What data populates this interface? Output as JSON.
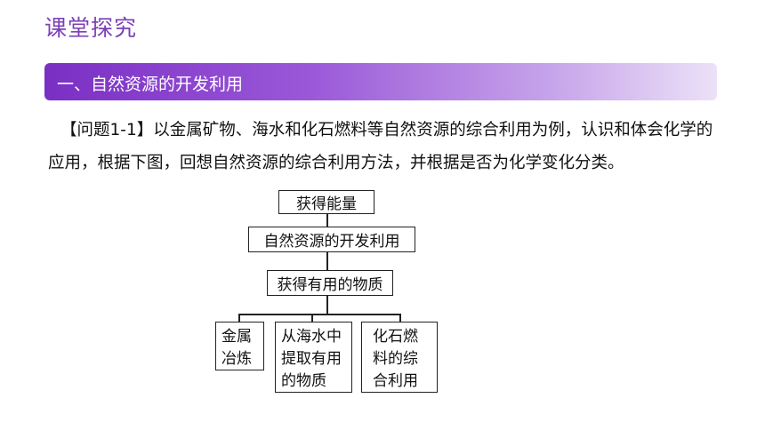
{
  "header": {
    "title": "课堂探究"
  },
  "section": {
    "title": "一、自然资源的开发利用"
  },
  "question": {
    "text": "【问题1-1】以金属矿物、海水和化石燃料等自然资源的综合利用为例，认识和体会化学的应用，根据下图，回想自然资源的综合利用方法，并根据是否为化学变化分类。"
  },
  "diagram": {
    "top": "获得能量",
    "center": "自然资源的开发利用",
    "middle": "获得有用的物质",
    "leaves": [
      {
        "lines": [
          "金属",
          "冶炼"
        ]
      },
      {
        "lines": [
          "从海水中",
          "提取有用",
          "的物质"
        ]
      },
      {
        "lines": [
          "化石燃",
          "料的综",
          "合利用"
        ]
      }
    ]
  }
}
